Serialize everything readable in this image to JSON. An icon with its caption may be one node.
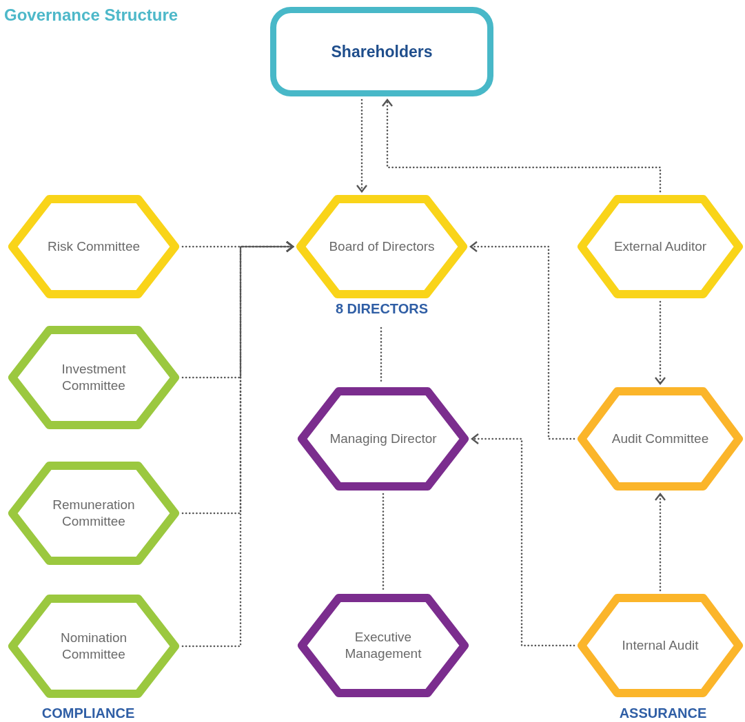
{
  "diagram": {
    "title": "Governance Structure",
    "nodes": [
      {
        "text": [
          "Shareholders"
        ]
      },
      {
        "text": [
          "Risk Committee"
        ]
      },
      {
        "text": [
          "Board of Directors"
        ],
        "beside": [
          "8 DIRECTORS"
        ]
      },
      {
        "text": [
          "External Auditor"
        ]
      },
      {
        "text": [
          "Investment Committee"
        ]
      },
      {
        "text": [
          "Managing Director"
        ]
      },
      {
        "text": [
          "Audit Committee"
        ]
      },
      {
        "text": [
          "Remuneration Committee"
        ]
      },
      {
        "text": [
          "Nomination Committee"
        ]
      },
      {
        "text": [
          "Executive Management"
        ]
      },
      {
        "text": [
          "Internal Audit"
        ]
      }
    ],
    "edges": [
      {
        "from": 0,
        "to": 2,
        "arrow": "to"
      },
      {
        "from": 3,
        "to": 0,
        "arrow": "to"
      },
      {
        "from": 1,
        "to": 2,
        "arrow": "to"
      },
      {
        "from": 4,
        "to": 2,
        "arrow": "to"
      },
      {
        "from": 7,
        "to": 2,
        "arrow": "to"
      },
      {
        "from": 8,
        "to": 2,
        "arrow": "to"
      },
      {
        "from": 6,
        "to": 2,
        "arrow": "to"
      },
      {
        "from": 3,
        "to": 6,
        "arrow": "to"
      },
      {
        "from": 2,
        "to": 5,
        "arrow": "none"
      },
      {
        "from": 5,
        "to": 9,
        "arrow": "none"
      },
      {
        "from": 10,
        "to": 5,
        "arrow": "to"
      },
      {
        "from": 10,
        "to": 6,
        "arrow": "to"
      }
    ],
    "labels": [
      "COMPLIANCE",
      "ASSURANCE"
    ]
  }
}
